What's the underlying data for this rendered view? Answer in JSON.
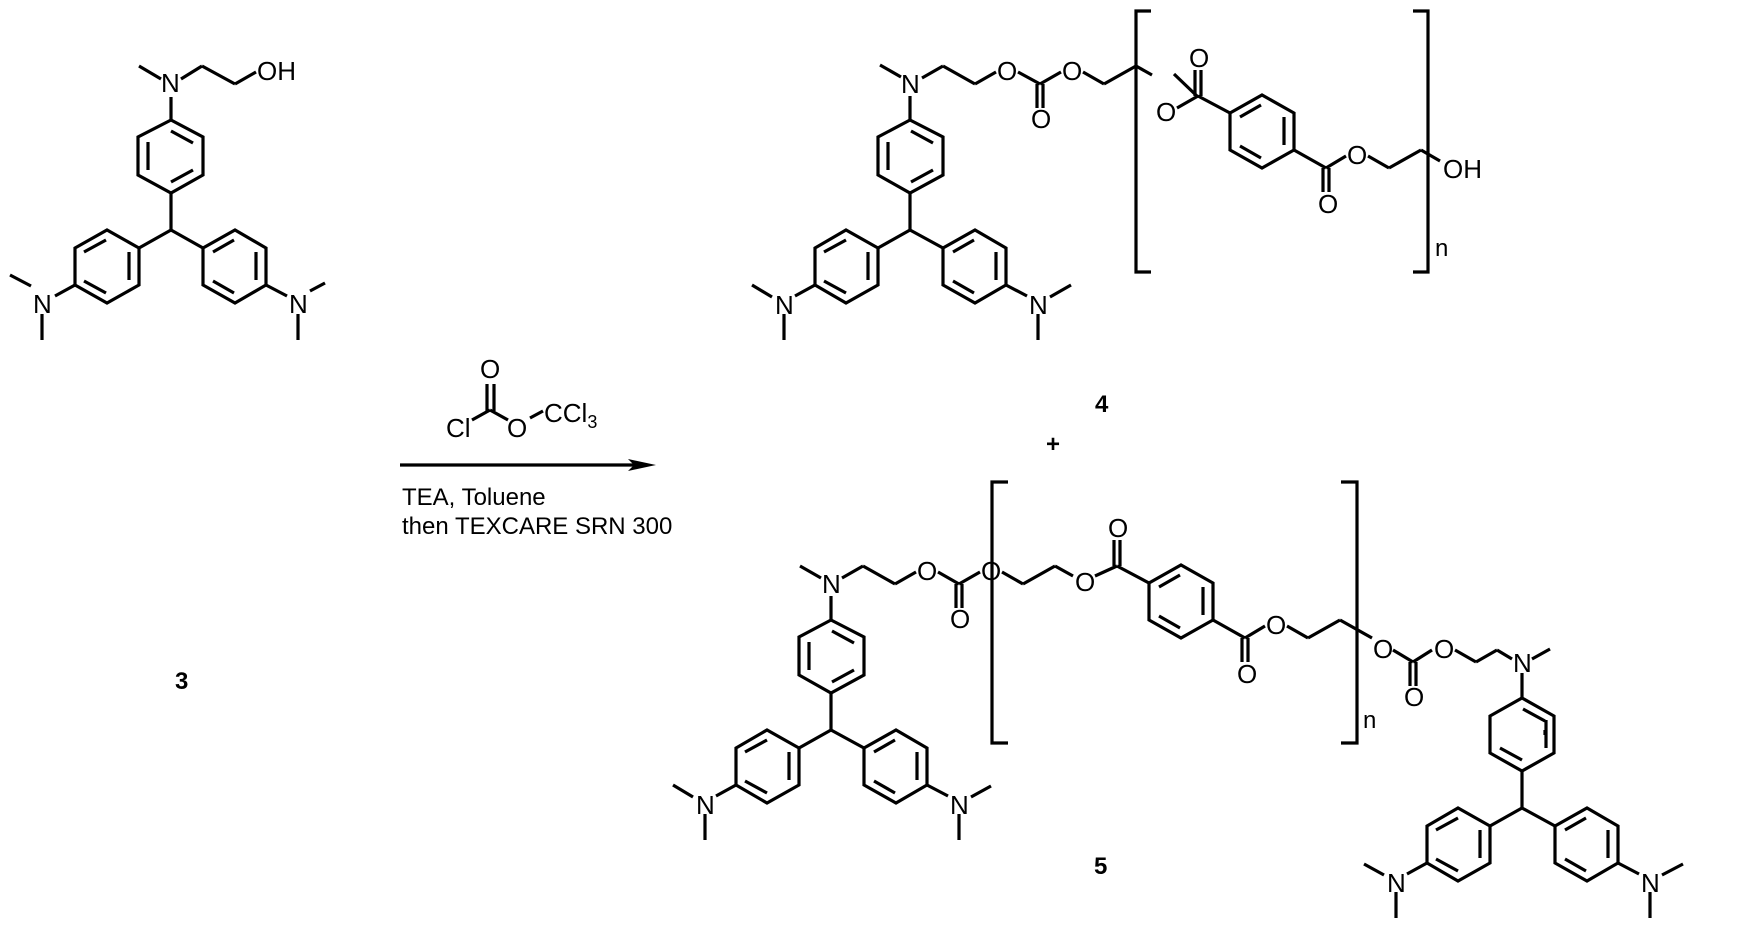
{
  "scheme": {
    "type": "chemical reaction scheme",
    "reactant": {
      "label": "3",
      "atoms": {
        "n_top": "N",
        "oh": "OH",
        "n_left": "N",
        "n_right": "N"
      }
    },
    "reagent": {
      "structure_atoms": {
        "carbonyl_o": "O",
        "cl": "Cl",
        "ester_o": "O",
        "ccl3": "CCl",
        "ccl3_sub": "3"
      },
      "conditions_line1": "TEA, Toluene",
      "conditions_line2": "then TEXCARE SRN 300"
    },
    "products": [
      {
        "label": "4",
        "repeat_subscript": "n",
        "end_group": "OH",
        "atoms": {
          "n_top": "N",
          "n_left": "N",
          "n_right": "N",
          "o": "O"
        }
      },
      {
        "label": "5",
        "repeat_subscript": "n",
        "atoms": {
          "n": "N",
          "o": "O"
        }
      }
    ],
    "plus_sign": "+",
    "arrow": "reaction-arrow"
  }
}
